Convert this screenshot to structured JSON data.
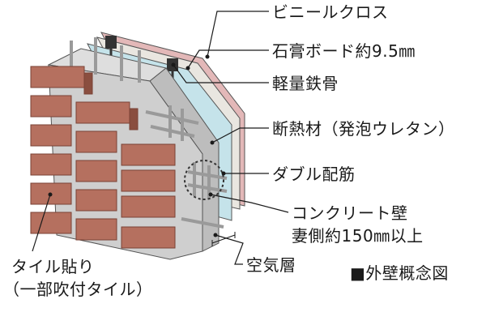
{
  "labels": {
    "vinyl_cloth": "ビニールクロス",
    "gypsum_board": "石膏ボード約9.5㎜",
    "light_steel": "軽量鉄骨",
    "insulation": "断熱材（発泡ウレタン）",
    "double_rebar": "ダブル配筋",
    "concrete_wall_line1": "コンクリート壁",
    "concrete_wall_line2": "妻側約150㎜以上",
    "air_layer": "空気層",
    "tile_line1": "タイル貼り",
    "tile_line2": "（一部吹付タイル）",
    "caption": "■外壁概念図"
  },
  "colors": {
    "brick": "#b5705f",
    "brick_dark": "#8a4e3f",
    "concrete": "#cfcfcf",
    "insulation": "#c5e3ea",
    "gypsum": "#e9e6e0",
    "vinyl": "#e3b8b8",
    "steel": "#333333",
    "rebar": "#9a9a9a"
  }
}
